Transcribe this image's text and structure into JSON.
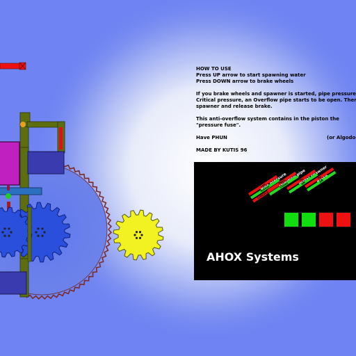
{
  "instructions": {
    "heading": "HOW TO USE",
    "line_up": "Press UP arrow to start spawning water",
    "line_down": "Press DOWN arrow to brake wheels",
    "para1_line1": "If you brake wheels and spawner is started, pipe pressure sta",
    "para1_line2": "Critical pressure, an Overflow pipe starts to be open. Then sto",
    "para1_line3": "spawner and release brake.",
    "para2_line1": "This anti-overflow system contains in the piston the",
    "para2_line2": "\"pressure fuse\".",
    "have": "Have PHUN",
    "alt": "(or Algodoo",
    "credit": "MADE BY KUTIS 96"
  },
  "panel": {
    "brand": "AHOX Systems",
    "indicators": [
      {
        "label": "Pipe pressure",
        "strips": [
          "Low",
          "Normal",
          "Critical pressure"
        ]
      },
      {
        "label": "Overflow pipe",
        "strips": [
          "Open",
          "Closed"
        ]
      },
      {
        "label": "Water spawner",
        "strips": [
          "On",
          "Off"
        ]
      },
      {
        "label": "Brake",
        "strips": [
          "On",
          "Off"
        ]
      }
    ],
    "lights": [
      "#11dd11",
      "#11dd11",
      "#ee1111",
      "#ee1111"
    ]
  },
  "colors": {
    "background": "#6f84f2",
    "glow": "#e6eaf8",
    "machine_body": "#c020c0",
    "wheel_blue": "#2a4fdd",
    "gear_yellow": "#f2f222",
    "pipe_green": "#5c6e10",
    "chain": "#7a2a2a"
  }
}
